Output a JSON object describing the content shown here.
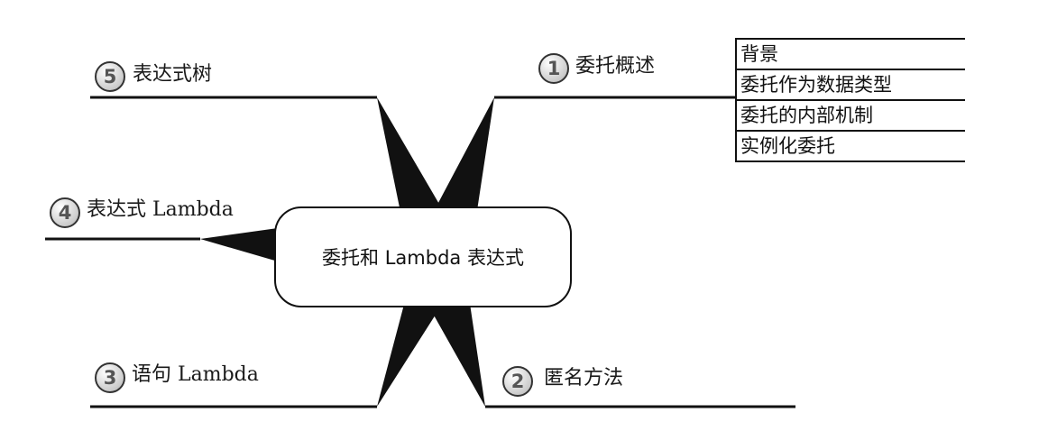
{
  "center": {
    "title": "委托和 Lambda 表达式"
  },
  "branches": [
    {
      "number": "1",
      "label": "委托概述",
      "children": [
        "背景",
        "委托作为数据类型",
        "委托的内部机制",
        "实例化委托"
      ]
    },
    {
      "number": "2",
      "label": "匿名方法"
    },
    {
      "number": "3",
      "label": "语句 Lambda"
    },
    {
      "number": "4",
      "label": "表达式 Lambda"
    },
    {
      "number": "5",
      "label": "表达式树"
    }
  ]
}
